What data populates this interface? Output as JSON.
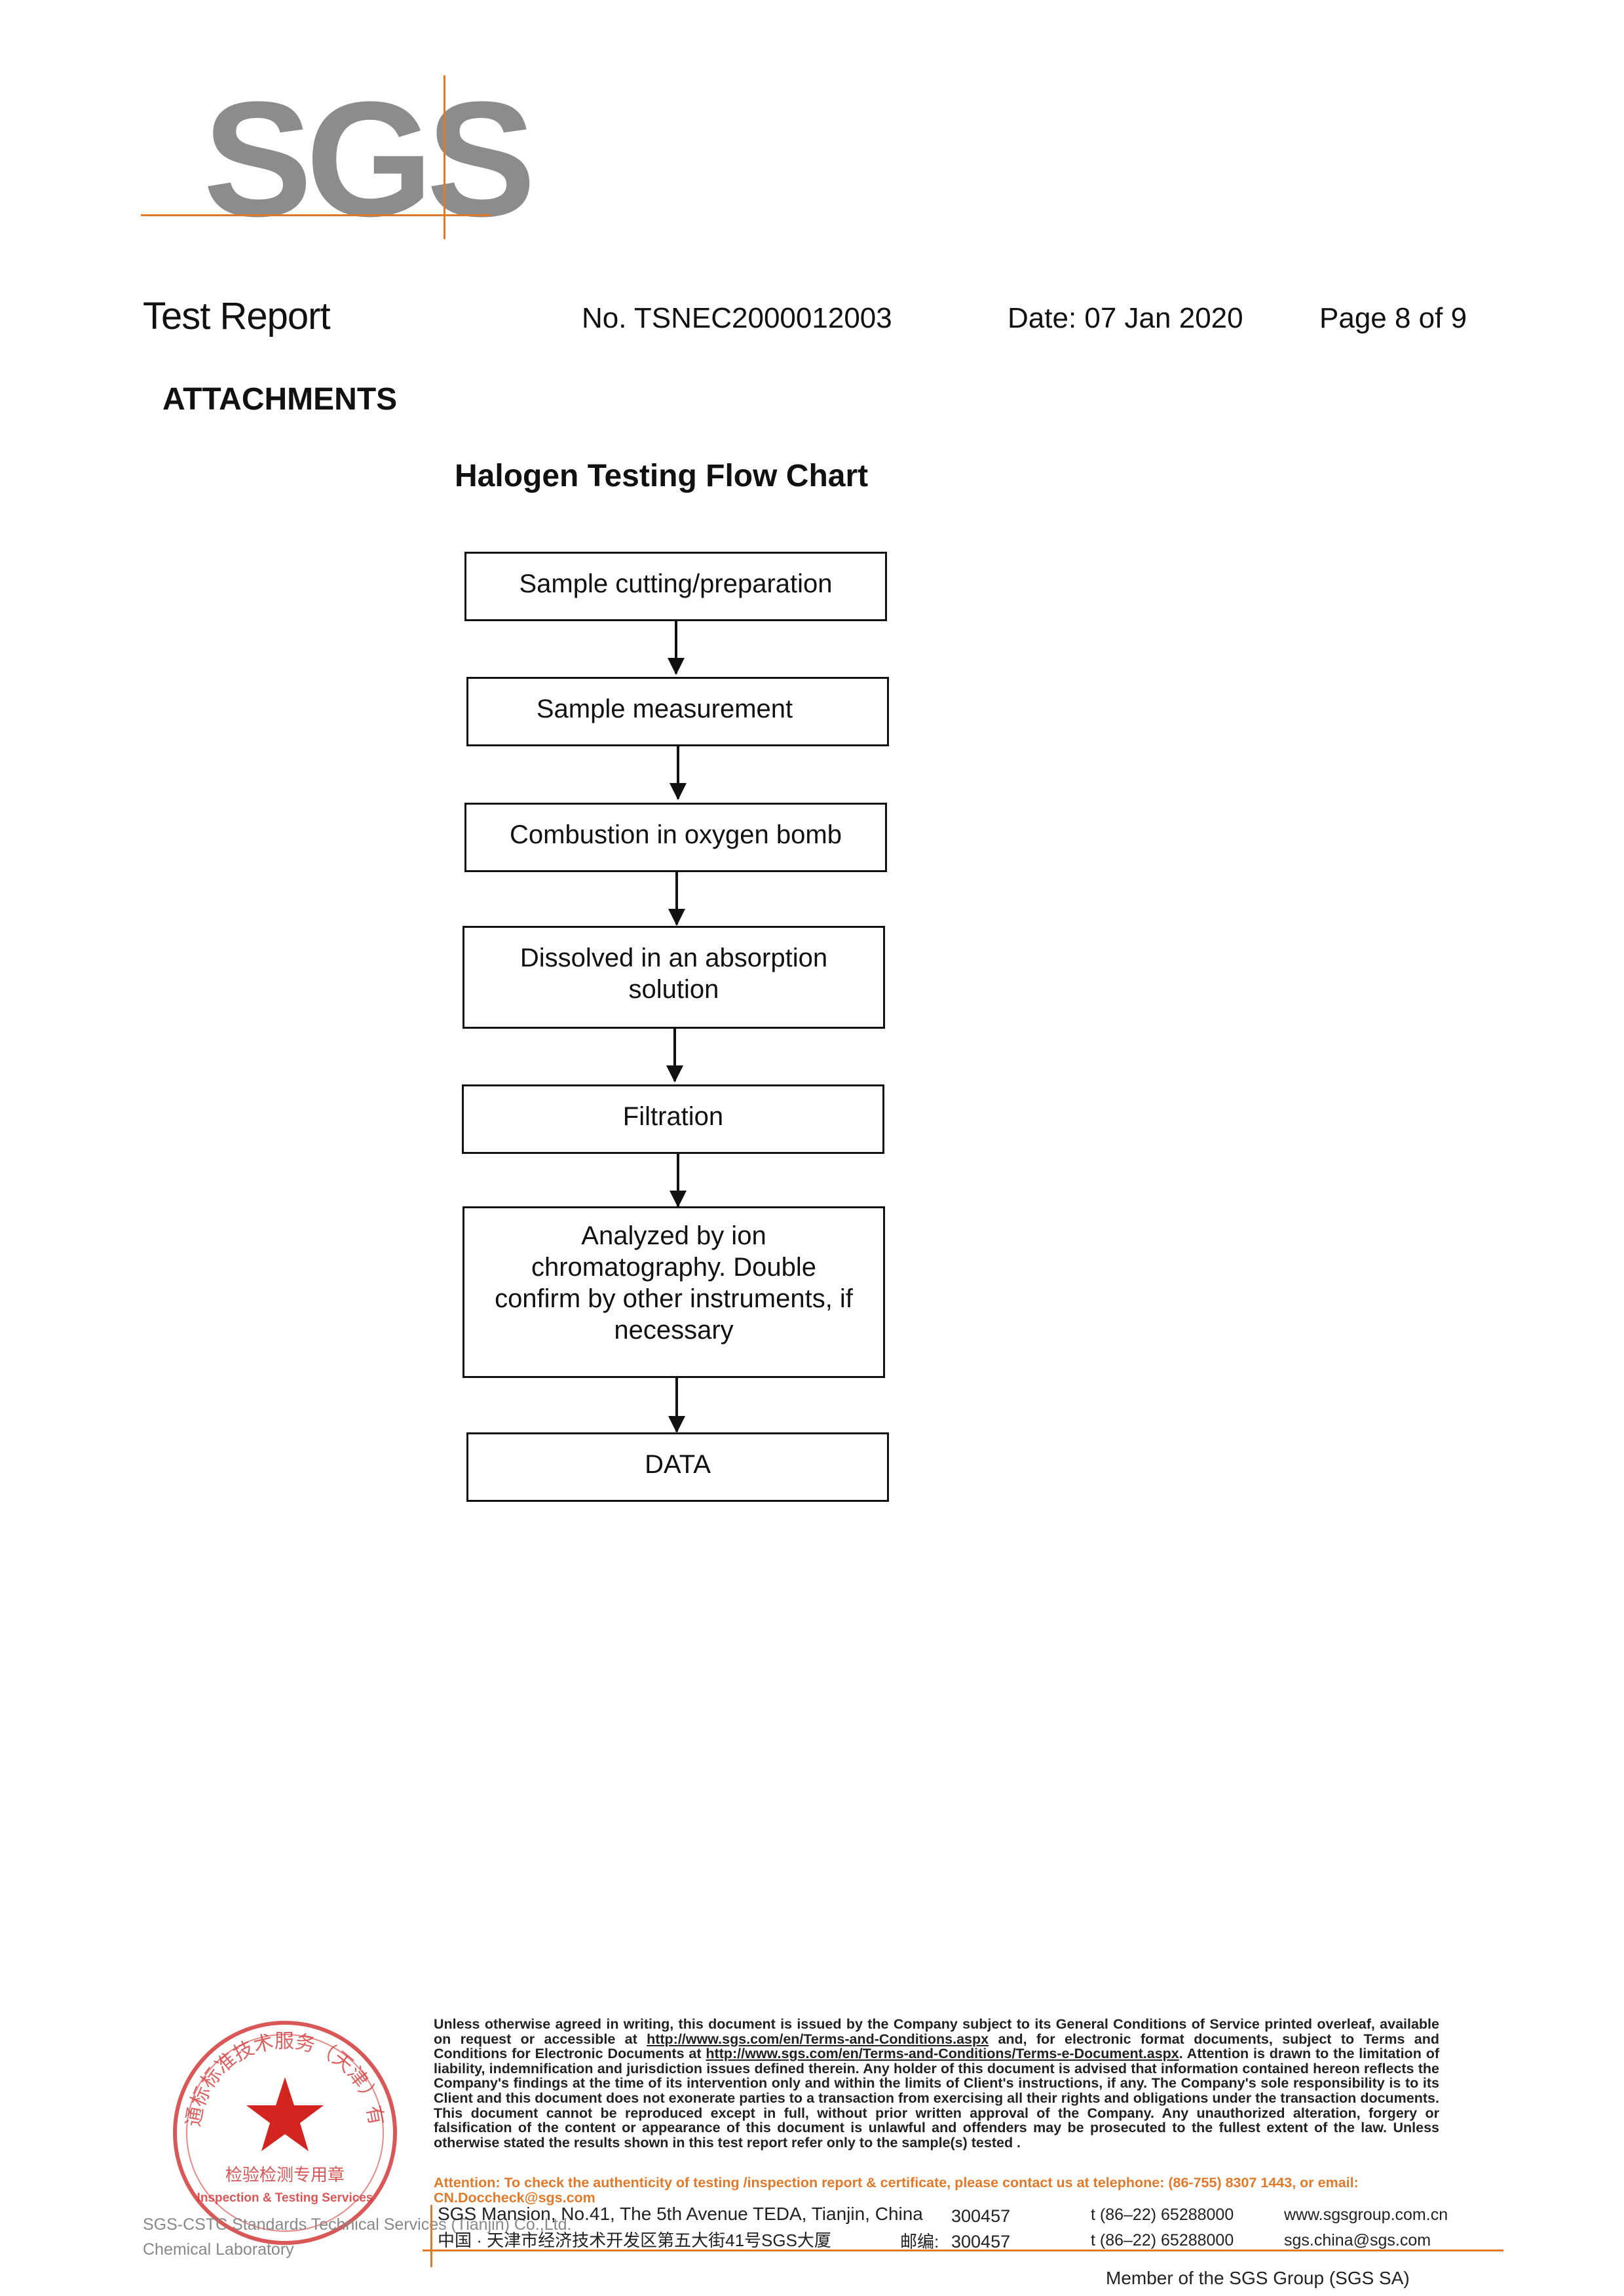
{
  "logo": {
    "text": "SGS"
  },
  "header": {
    "title": "Test Report",
    "number": "No. TSNEC2000012003",
    "date": "Date: 07 Jan 2020",
    "page": "Page 8 of 9"
  },
  "section_title": "ATTACHMENTS",
  "flowchart": {
    "title": "Halogen Testing Flow Chart",
    "steps": [
      {
        "lines": [
          "Sample cutting/preparation"
        ]
      },
      {
        "lines": [
          "Sample measurement"
        ]
      },
      {
        "lines": [
          "Combustion in oxygen bomb"
        ]
      },
      {
        "lines": [
          "Dissolved in an absorption",
          "solution"
        ]
      },
      {
        "lines": [
          "Filtration"
        ]
      },
      {
        "lines": [
          "Analyzed by ion",
          "chromatography. Double",
          "confirm by other instruments, if",
          "necessary"
        ]
      },
      {
        "lines": [
          "DATA"
        ]
      }
    ]
  },
  "footer": {
    "stamp": {
      "ring_text": "通标标准技术服务（天津）有限公司",
      "inner_text": "检验检测专用章",
      "sub_text": "Inspection & Testing Services",
      "outer_text": "SGS-CSTC Standards Technical Services (Tianjin) Co.,Ltd.",
      "lab_text": "Chemical Laboratory"
    },
    "legal_1": "Unless otherwise agreed in writing, this document is issued by the Company subject to its General Conditions of Service printed overleaf, available on request or accessible at ",
    "link_1": "http://www.sgs.com/en/Terms-and-Conditions.aspx",
    "legal_2": " and, for electronic format documents, subject to Terms and Conditions for Electronic Documents at ",
    "link_2": "http://www.sgs.com/en/Terms-and-Conditions/Terms-e-Document.aspx",
    "legal_3": ". Attention is drawn to the limitation of liability, indemnification and jurisdiction issues defined therein. Any holder of this document is advised that information contained hereon reflects the Company's findings at the time of its intervention only and within the limits of Client's instructions, if any. The Company's sole responsibility is to its Client and this document does not exonerate parties to a transaction from exercising all their rights and obligations under the transaction documents. This document cannot be reproduced except in full, without prior written approval of the Company. Any unauthorized alteration, forgery or falsification of the content or appearance of this document is unlawful and offenders may be prosecuted to the fullest extent of the law. Unless otherwise stated the results shown in this test report refer only to the sample(s) tested .",
    "attention": "Attention: To check the authenticity of testing /inspection report & certificate, please contact us at telephone: (86-755) 8307 1443, or email: ",
    "email": "CN.Doccheck@sgs.com",
    "address_en": "SGS Mansion, No.41, The 5th Avenue TEDA, Tianjin, China",
    "postcode_en": "300457",
    "tel_1": "t  (86–22) 65288000",
    "web": "www.sgsgroup.com.cn",
    "address_cn": "中国 · 天津市经济技术开发区第五大街41号SGS大厦",
    "postcode_cn_label": "邮编:",
    "postcode_cn": "300457",
    "tel_2": "t  (86–22) 65288000",
    "email_2": "sgs.china@sgs.com",
    "member": "Member of the SGS Group (SGS SA)"
  }
}
